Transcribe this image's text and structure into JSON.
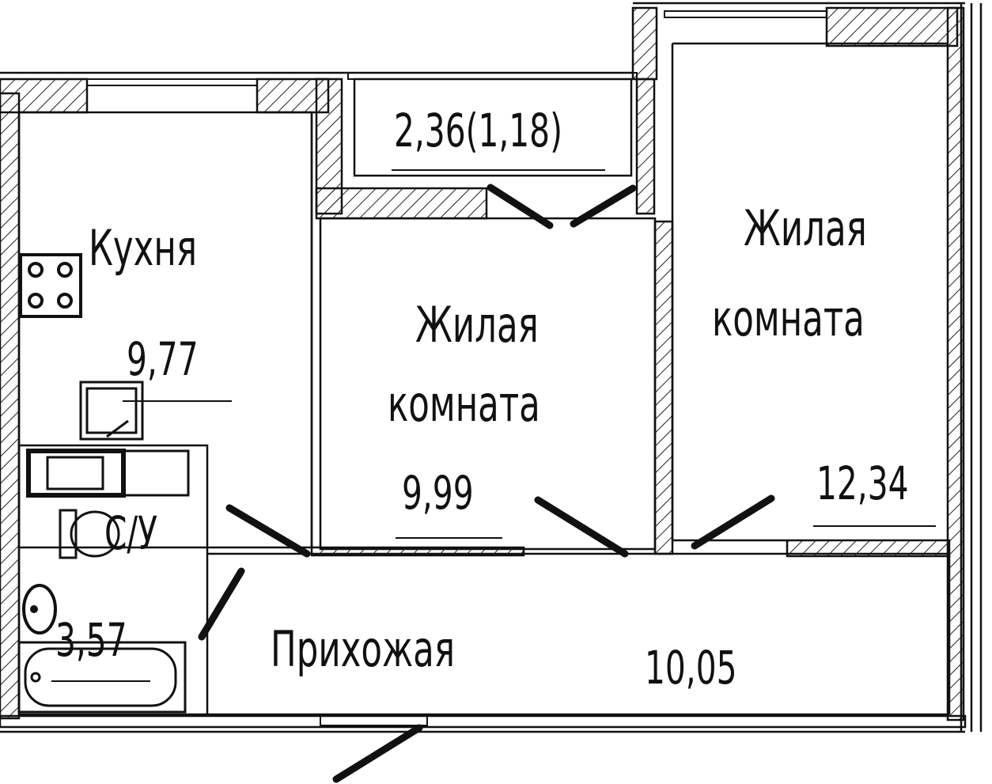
{
  "rooms": {
    "kitchen": {
      "name": "Кухня",
      "area": "9,77"
    },
    "room1": {
      "name_line1": "Жилая",
      "name_line2": "комната",
      "area": "9,99"
    },
    "room2": {
      "name_line1": "Жилая",
      "name_line2": "комната",
      "area": "12,34"
    },
    "bathroom": {
      "name": "С/У",
      "area": "3,57"
    },
    "hallway": {
      "name": "Прихожая",
      "area": "10,05"
    },
    "balcony": {
      "area": "2,36(1,18)"
    }
  },
  "colors": {
    "line": "#111111",
    "hatch": "#222222",
    "background": "#ffffff"
  }
}
